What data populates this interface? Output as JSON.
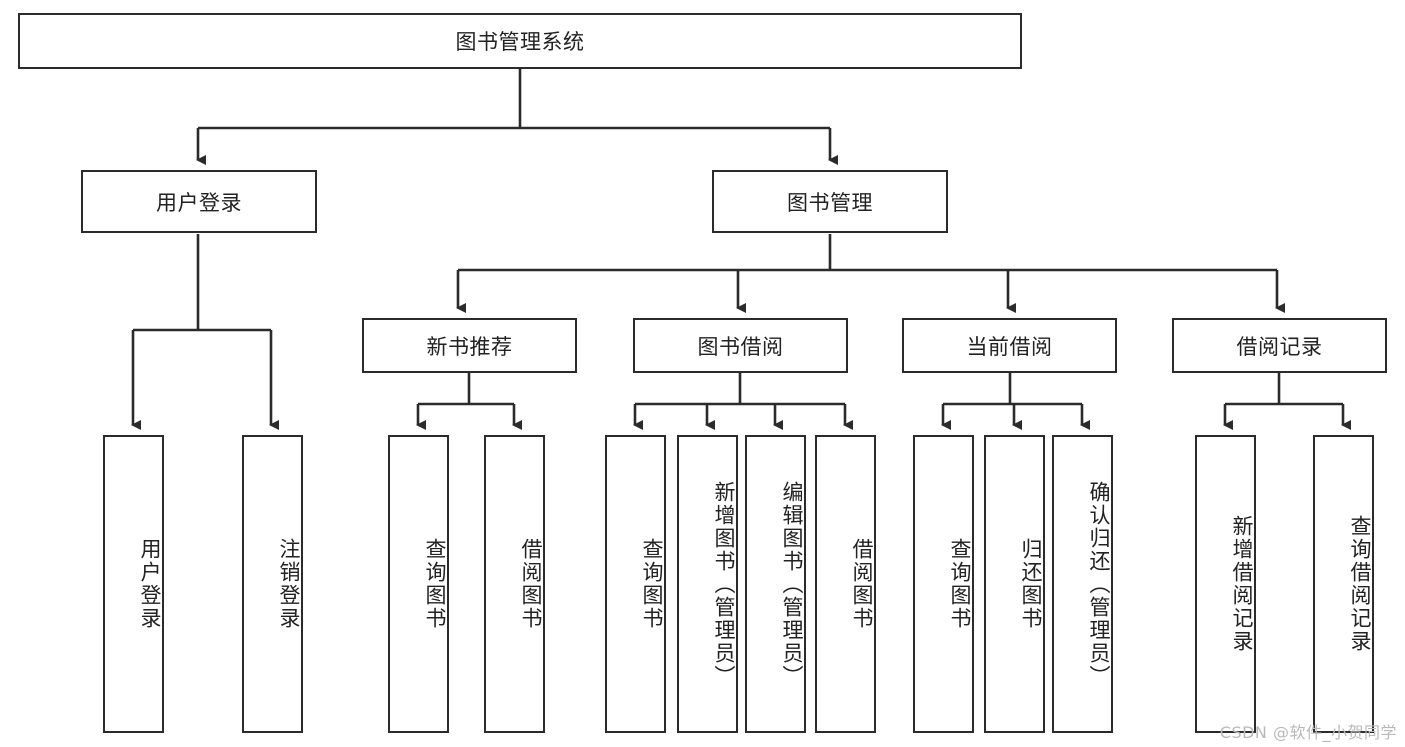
{
  "diagram": {
    "title": "图书管理系统",
    "type": "tree-hierarchy-diagram",
    "colors": {
      "box_border": "#2b2b2b",
      "box_fill": "#ffffff",
      "connector": "#2b2b2b",
      "text": "#222222",
      "watermark": "#b9b9b9",
      "background": "#ffffff"
    },
    "root": {
      "label": "图书管理系统"
    },
    "level2": [
      {
        "label": "用户登录"
      },
      {
        "label": "图书管理"
      }
    ],
    "level3": [
      {
        "label": "新书推荐"
      },
      {
        "label": "图书借阅"
      },
      {
        "label": "当前借阅"
      },
      {
        "label": "借阅记录"
      }
    ],
    "leaves": {
      "user_login": [
        {
          "label": "用户登录"
        },
        {
          "label": "注销登录"
        }
      ],
      "new_book_recommend": [
        {
          "label": "查询图书"
        },
        {
          "label": "借阅图书"
        }
      ],
      "book_borrow": [
        {
          "label": "查询图书"
        },
        {
          "label": "新增图书（管理员）"
        },
        {
          "label": "编辑图书（管理员）"
        },
        {
          "label": "借阅图书"
        }
      ],
      "current_borrow": [
        {
          "label": "查询图书"
        },
        {
          "label": "归还图书"
        },
        {
          "label": "确认归还（管理员）"
        }
      ],
      "borrow_record": [
        {
          "label": "新增借阅记录"
        },
        {
          "label": "查询借阅记录"
        }
      ]
    },
    "watermark": "CSDN @软件_小贺同学"
  }
}
